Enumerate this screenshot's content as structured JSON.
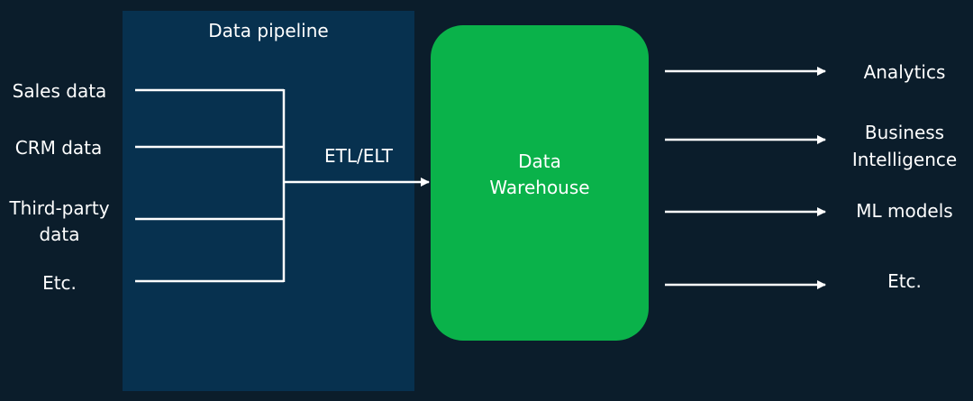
{
  "colors": {
    "background": "#0b1d2b",
    "pipeline_panel": "#07314f",
    "warehouse": "#0ab24a",
    "line": "#ffffff"
  },
  "pipeline": {
    "title": "Data pipeline",
    "process_label": "ETL/ELT"
  },
  "sources": [
    {
      "text": "Sales data"
    },
    {
      "text": "CRM data"
    },
    {
      "line1": "Third-party",
      "line2": "data"
    },
    {
      "text": "Etc."
    }
  ],
  "warehouse": {
    "line1": "Data",
    "line2": "Warehouse"
  },
  "outputs": [
    {
      "text": "Analytics"
    },
    {
      "line1": "Business",
      "line2": "Intelligence"
    },
    {
      "text": "ML models"
    },
    {
      "text": "Etc."
    }
  ]
}
